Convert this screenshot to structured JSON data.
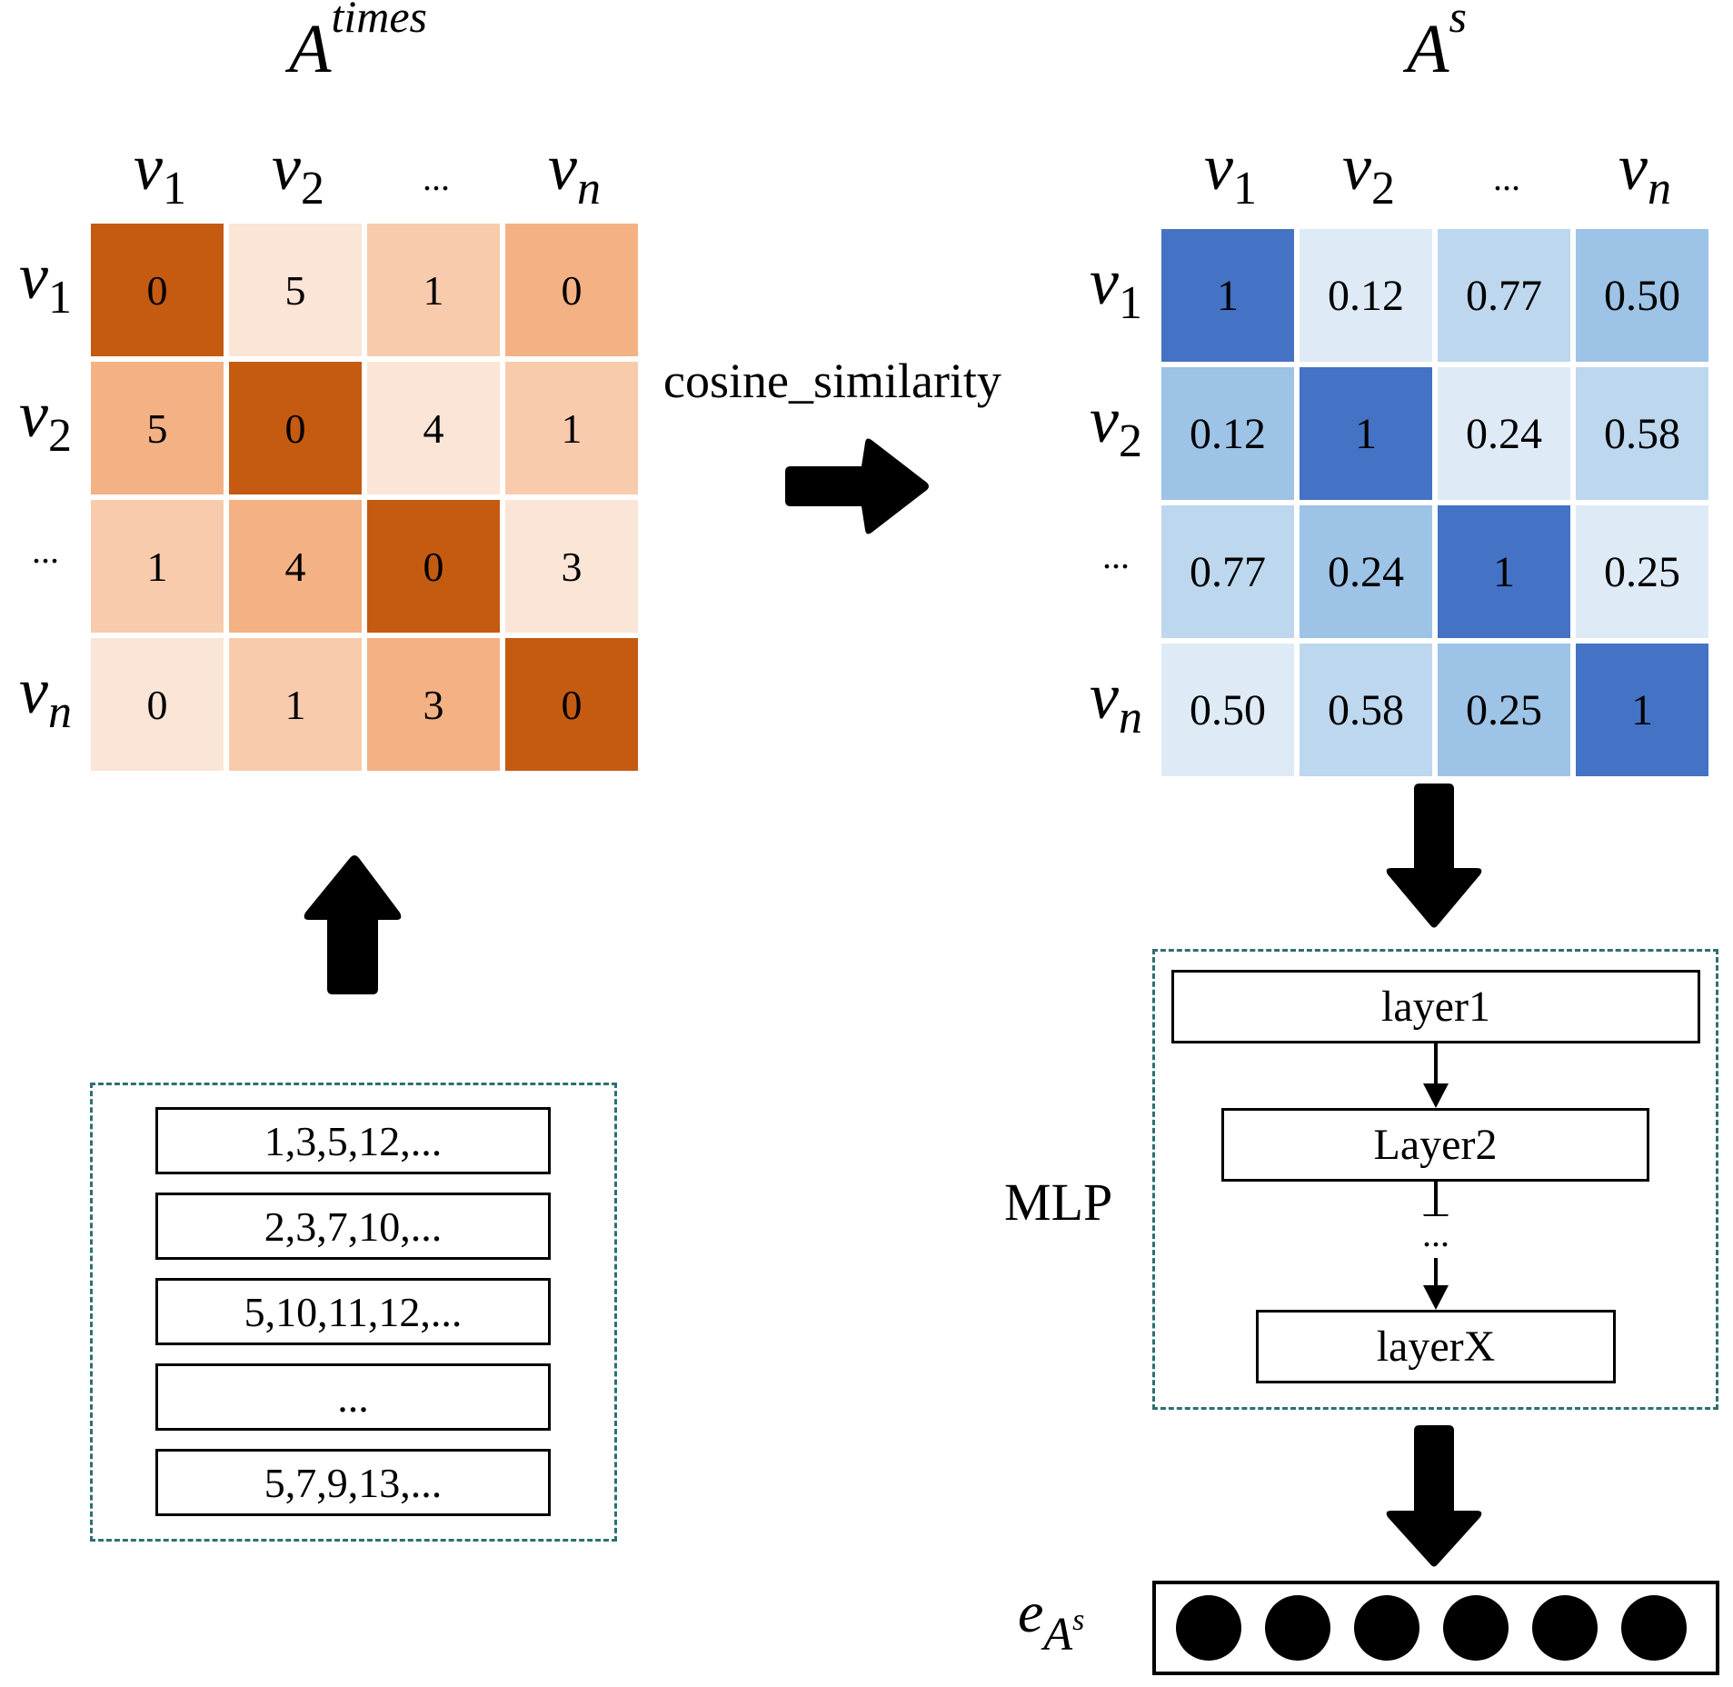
{
  "left_matrix": {
    "title_base": "A",
    "title_sup": "times",
    "col_headers": [
      {
        "base": "v",
        "sub": "1"
      },
      {
        "base": "v",
        "sub": "2"
      },
      {
        "base": "...",
        "sub": ""
      },
      {
        "base": "v",
        "sub": "n"
      }
    ],
    "row_headers": [
      {
        "base": "v",
        "sub": "1"
      },
      {
        "base": "v",
        "sub": "2"
      },
      {
        "base": "...",
        "sub": ""
      },
      {
        "base": "v",
        "sub": "n"
      }
    ],
    "values": [
      [
        "0",
        "5",
        "1",
        "0"
      ],
      [
        "5",
        "0",
        "4",
        "1"
      ],
      [
        "1",
        "4",
        "0",
        "3"
      ],
      [
        "0",
        "1",
        "3",
        "0"
      ]
    ],
    "colors": [
      [
        "#c55a11",
        "#fbe5d6",
        "#f8cbad",
        "#f4b183"
      ],
      [
        "#f4b183",
        "#c55a11",
        "#fbe5d6",
        "#f8cbad"
      ],
      [
        "#f8cbad",
        "#f4b183",
        "#c55a11",
        "#fbe5d6"
      ],
      [
        "#fbe5d6",
        "#f8cbad",
        "#f4b183",
        "#c55a11"
      ]
    ]
  },
  "right_matrix": {
    "title_base": "A",
    "title_sup": "s",
    "col_headers": [
      {
        "base": "v",
        "sub": "1"
      },
      {
        "base": "v",
        "sub": "2"
      },
      {
        "base": "...",
        "sub": ""
      },
      {
        "base": "v",
        "sub": "n"
      }
    ],
    "row_headers": [
      {
        "base": "v",
        "sub": "1"
      },
      {
        "base": "v",
        "sub": "2"
      },
      {
        "base": "...",
        "sub": ""
      },
      {
        "base": "v",
        "sub": "n"
      }
    ],
    "values": [
      [
        "1",
        "0.12",
        "0.77",
        "0.50"
      ],
      [
        "0.12",
        "1",
        "0.24",
        "0.58"
      ],
      [
        "0.77",
        "0.24",
        "1",
        "0.25"
      ],
      [
        "0.50",
        "0.58",
        "0.25",
        "1"
      ]
    ],
    "colors": [
      [
        "#4472c4",
        "#deebf7",
        "#bdd7ee",
        "#9dc3e6"
      ],
      [
        "#9dc3e6",
        "#4472c4",
        "#deebf7",
        "#bdd7ee"
      ],
      [
        "#bdd7ee",
        "#9dc3e6",
        "#4472c4",
        "#deebf7"
      ],
      [
        "#deebf7",
        "#bdd7ee",
        "#9dc3e6",
        "#4472c4"
      ]
    ]
  },
  "transform_label": "cosine_similarity",
  "sequences": [
    "1,3,5,12,...",
    "2,3,7,10,...",
    "5,10,11,12,...",
    "...",
    "5,7,9,13,..."
  ],
  "mlp": {
    "label": "MLP",
    "layers": [
      "layer1",
      "Layer2",
      "layerX"
    ],
    "gap_dots": "..."
  },
  "embedding": {
    "label_base": "e",
    "label_sub": "A",
    "label_subsup": "s",
    "node_count": 6
  },
  "colors": {
    "dashed_border": "#2e6f72",
    "arrow": "#000000"
  }
}
